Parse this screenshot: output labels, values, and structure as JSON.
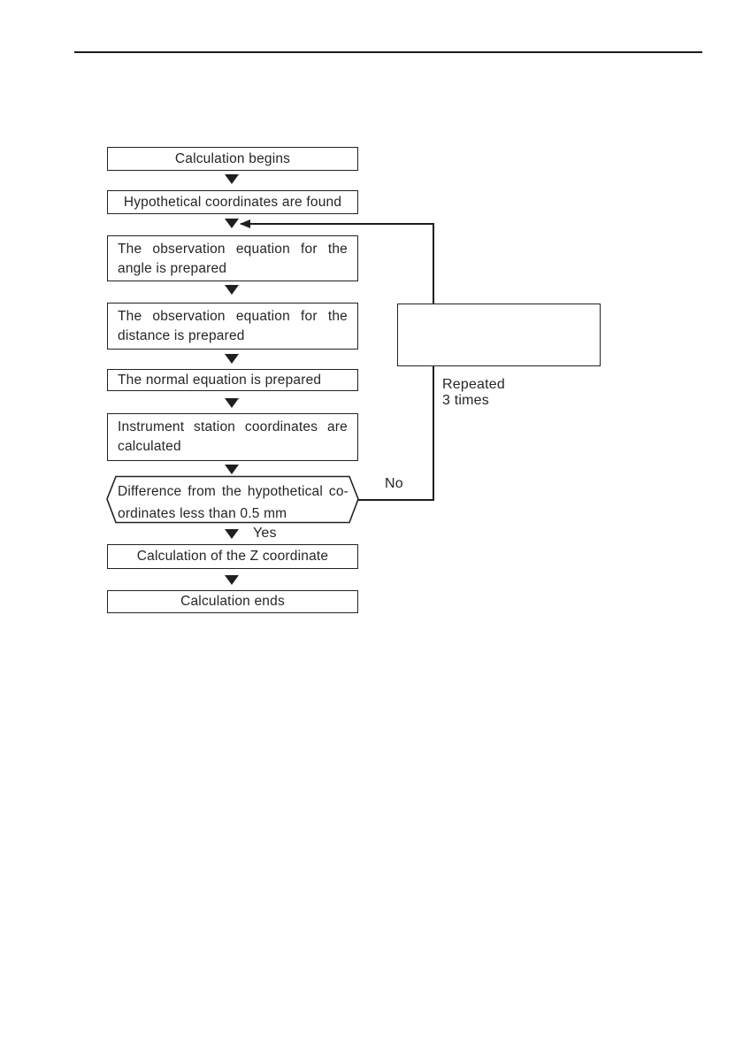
{
  "page": {
    "background": "#ffffff",
    "ink": "#262626",
    "line_color": "#1e1e1e"
  },
  "flowchart": {
    "steps": [
      {
        "id": "calculation-begins",
        "label": "Calculation begins"
      },
      {
        "id": "hypothetical-coordinates",
        "label": "Hypothetical coordinates are found"
      },
      {
        "id": "observation-equation-angle",
        "label": "The observation equation for the angle is prepared",
        "lines": [
          "The observation equation for the",
          "angle is prepared"
        ]
      },
      {
        "id": "observation-equation-distance",
        "label": "The observation equation for the distance is prepared",
        "lines": [
          "The observation equation for the",
          "distance is prepared"
        ]
      },
      {
        "id": "normal-equation",
        "label": "The normal equation is prepared"
      },
      {
        "id": "instrument-station-coordinates",
        "label": "Instrument station coordinates are calculated",
        "lines": [
          "Instrument station coordinates are",
          "calculated"
        ]
      },
      {
        "id": "z-coordinate",
        "label": "Calculation of the Z coordinate"
      },
      {
        "id": "calculation-ends",
        "label": "Calculation ends"
      }
    ],
    "decision": {
      "id": "difference-check",
      "label": "Difference from the hypothetical co-ordinates less than 0.5 mm",
      "lines": [
        "Difference from the hypothetical co-",
        "ordinates less than 0.5 mm"
      ]
    },
    "edge_labels": {
      "yes": "Yes",
      "no": "No"
    },
    "annotations": {
      "repeat_note": "Repeated 3 times"
    }
  }
}
